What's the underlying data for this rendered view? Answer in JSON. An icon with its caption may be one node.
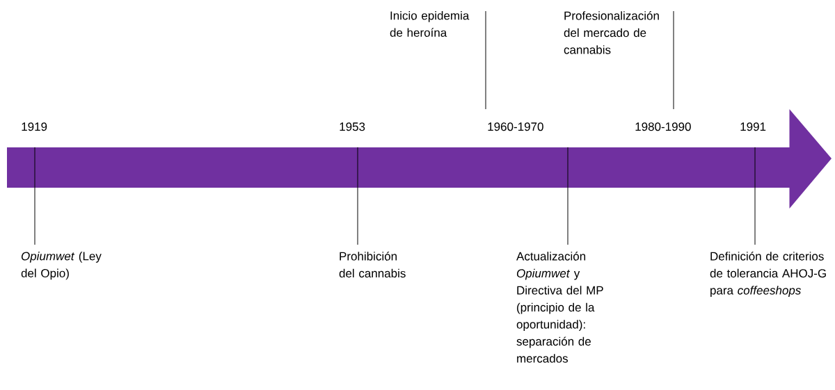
{
  "diagram": {
    "nodes": [
      {
        "text": [
          "Inicio epidemia de heroína"
        ]
      },
      {
        "text": [
          "Profesionalización del mercado de cannabis"
        ]
      },
      {
        "text": [],
        "shape": "arrow"
      },
      {
        "text": [
          "*Opiumwet* (Ley del Opio)"
        ]
      },
      {
        "text": [
          "Prohibición del cannabis"
        ]
      },
      {
        "text": [
          "Actualización *Opiumwet* y Directiva del MP (principio de la oportunidad): separación de mercados"
        ]
      },
      {
        "text": [
          "Definición de criterios de tolerancia AHOJ-G para *coffeeshops*"
        ]
      }
    ],
    "edges": [
      {
        "from": 0,
        "to": 2,
        "arrow": "none"
      },
      {
        "from": 1,
        "to": 2,
        "arrow": "none"
      },
      {
        "from": 3,
        "to": 2,
        "arrow": "none"
      },
      {
        "from": 4,
        "to": 2,
        "arrow": "none"
      },
      {
        "from": 5,
        "to": 2,
        "arrow": "none"
      },
      {
        "from": 6,
        "to": 2,
        "arrow": "none"
      }
    ],
    "labels": [
      "1919",
      "1953",
      "1960-1970",
      "1980-1990",
      "1991"
    ]
  }
}
